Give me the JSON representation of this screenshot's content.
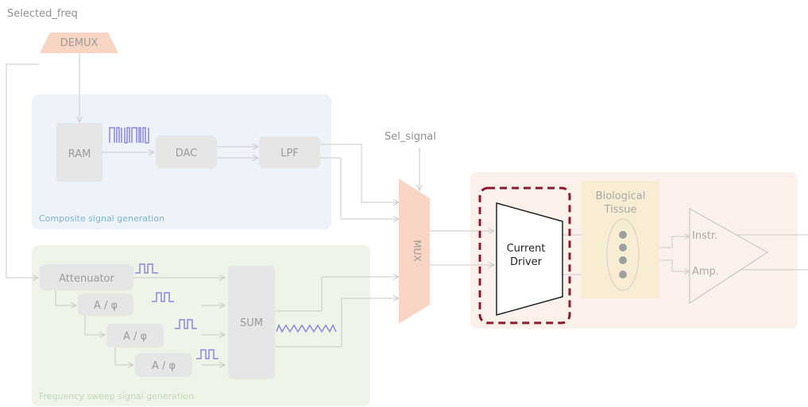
{
  "inputs": {
    "selected_freq": "Selected_freq",
    "sel_signal": "Sel_signal"
  },
  "blocks": {
    "demux": "DEMUX",
    "ram": "RAM",
    "dac": "DAC",
    "lpf": "LPF",
    "mux": "MUX",
    "attenuator": "Attenuator",
    "a_phi_1": "A / φ",
    "a_phi_2": "A / φ",
    "a_phi_3": "A / φ",
    "sum": "SUM",
    "current_driver_line1": "Current",
    "current_driver_line2": "Driver",
    "bio_tissue_line1": "Biological",
    "bio_tissue_line2": "Tissue",
    "instr_amp_line1": "Instr.",
    "instr_amp_line2": "Amp."
  },
  "regions": {
    "composite": "Composite signal generation",
    "sweep": "Frequency sweep signal generation"
  },
  "colors": {
    "composite_bg": "#eef3f9",
    "composite_label": "#7fb3cf",
    "sweep_bg": "#eef5e8",
    "sweep_label": "#c5d6b8",
    "output_bg": "#fbf1ea",
    "demux_mux": "#f8d5c3",
    "grey_block": "#e6e6e6",
    "grey_text": "#9a9a9a",
    "wire": "#c9c9c9",
    "waveform": "#8a86e0",
    "highlight_dash": "#8b1a2e",
    "tissue_bg": "#f8ecd2"
  }
}
